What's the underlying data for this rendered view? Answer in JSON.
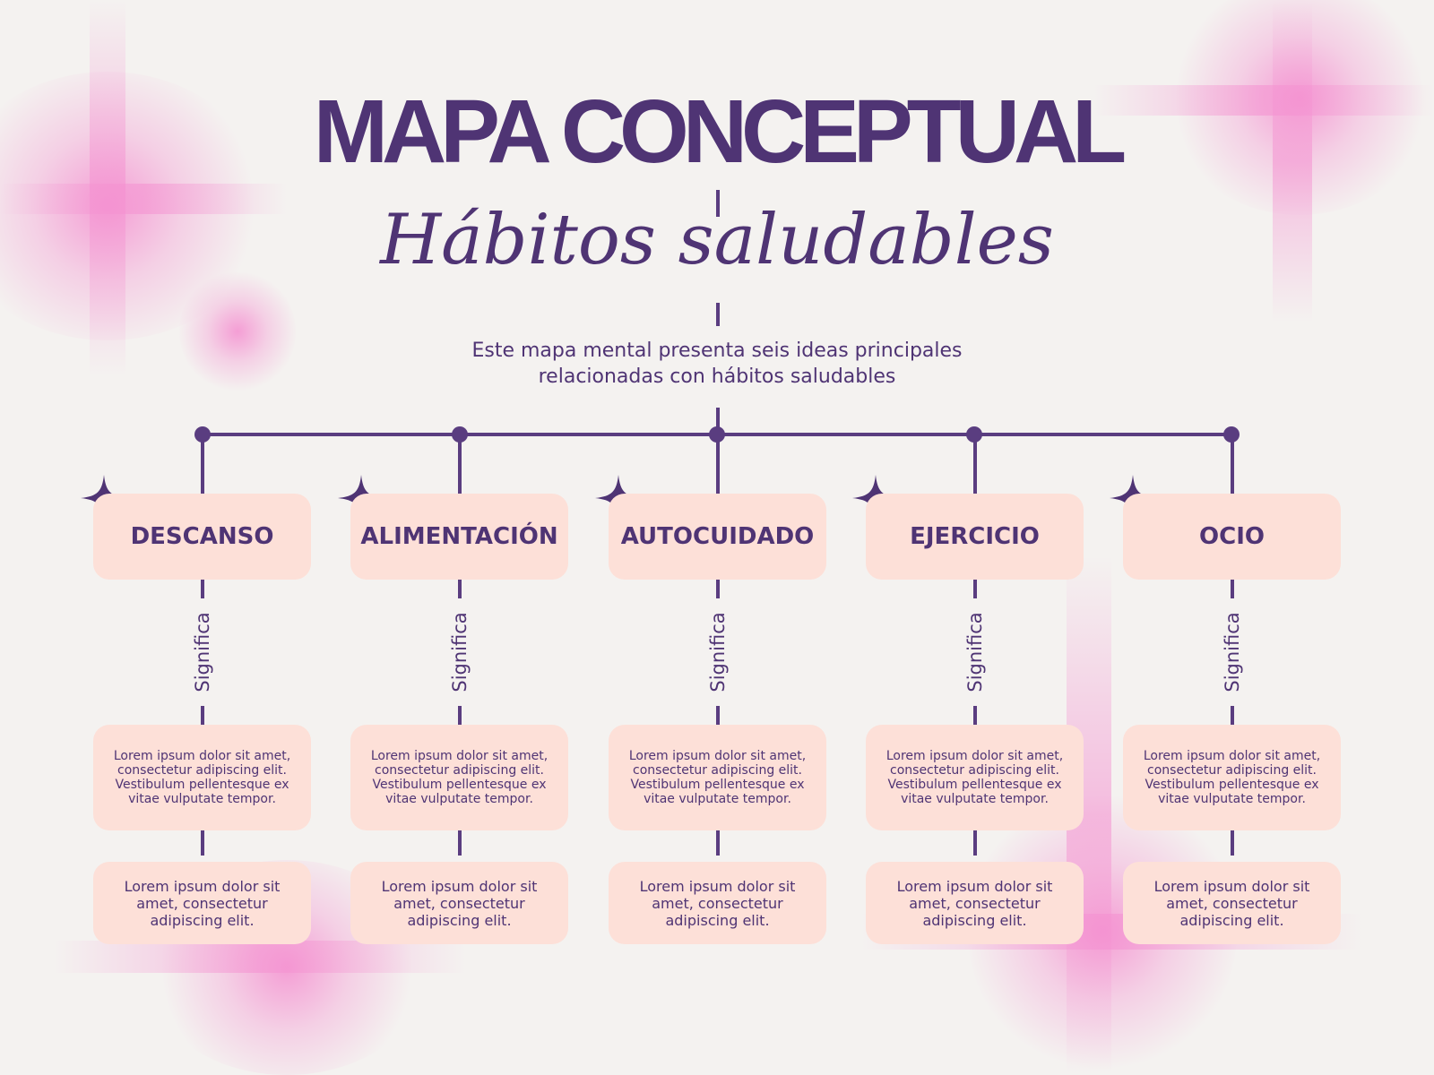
{
  "title": "MAPA CONCEPTUAL",
  "subtitle": "Hábitos saludables",
  "description": {
    "line1": "Este mapa mental presenta seis ideas principales",
    "line2": "relacionadas con hábitos saludables"
  },
  "connector_label": "Significa",
  "colors": {
    "primary": "#4f3474",
    "box": "#fde0d8",
    "glow": "#f48fd0",
    "background": "#f4f2f0"
  },
  "branches": [
    {
      "label": "DESCANSO",
      "detail": "Lorem ipsum dolor sit amet, consectetur adipiscing elit. Vestibulum pellentesque ex vitae vulputate tempor.",
      "summary": "Lorem ipsum dolor sit amet, consectetur adipiscing elit."
    },
    {
      "label": "ALIMENTACIÓN",
      "detail": "Lorem ipsum dolor sit amet, consectetur adipiscing elit. Vestibulum pellentesque ex vitae vulputate tempor.",
      "summary": "Lorem ipsum dolor sit amet, consectetur adipiscing elit."
    },
    {
      "label": "AUTOCUIDADO",
      "detail": "Lorem ipsum dolor sit amet, consectetur adipiscing elit. Vestibulum pellentesque ex vitae vulputate tempor.",
      "summary": "Lorem ipsum dolor sit amet, consectetur adipiscing elit."
    },
    {
      "label": "EJERCICIO",
      "detail": "Lorem ipsum dolor sit amet, consectetur adipiscing elit. Vestibulum pellentesque ex vitae vulputate tempor.",
      "summary": "Lorem ipsum dolor sit amet, consectetur adipiscing elit."
    },
    {
      "label": "OCIO",
      "detail": "Lorem ipsum dolor sit amet, consectetur adipiscing elit. Vestibulum pellentesque ex vitae vulputate tempor.",
      "summary": "Lorem ipsum dolor sit amet, consectetur adipiscing elit."
    }
  ]
}
